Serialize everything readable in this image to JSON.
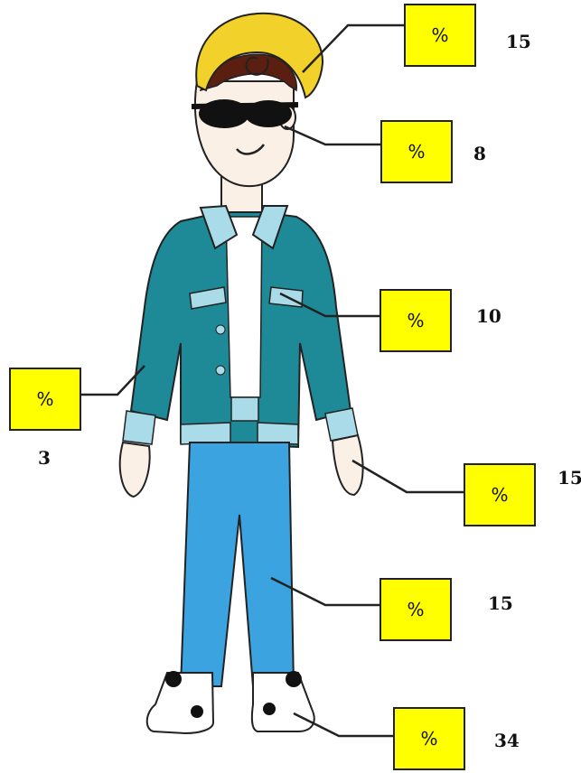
{
  "labels": [
    {
      "id": "hat",
      "symbol": "%",
      "value": "15"
    },
    {
      "id": "glasses",
      "symbol": "%",
      "value": "8"
    },
    {
      "id": "jacket",
      "symbol": "%",
      "value": "10"
    },
    {
      "id": "sleeve",
      "symbol": "%",
      "value": "3"
    },
    {
      "id": "hands",
      "symbol": "%",
      "value": "15"
    },
    {
      "id": "pants",
      "symbol": "%",
      "value": "15"
    },
    {
      "id": "shoes",
      "symbol": "%",
      "value": "34"
    }
  ],
  "colors": {
    "hat": "#f2d12a",
    "hair": "#5a1f10",
    "skin": "#faf0e6",
    "jacket": "#1f8a97",
    "jacket_trim": "#a9dbe8",
    "jeans": "#3ba3e0",
    "shirt": "#ffffff",
    "label_box": "#ffff00"
  }
}
